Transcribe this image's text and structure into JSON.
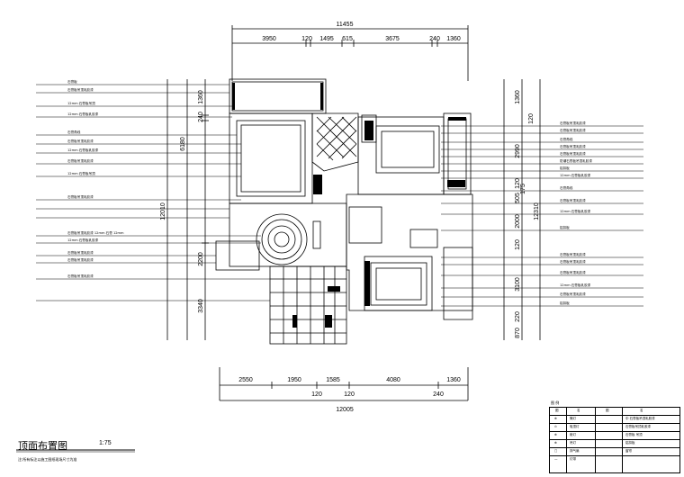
{
  "drawing": {
    "title": "顶面布置图",
    "scale": "1:75",
    "subnote": "注:所有标注以施工图纸现场尺寸为准",
    "dims_top": {
      "total": "11455",
      "segments": [
        "3950",
        "120",
        "1495",
        "615",
        "3675",
        "240",
        "1360"
      ]
    },
    "dims_bottom": {
      "total": "12005",
      "segments": [
        "2550",
        "1950",
        "1585",
        "4080",
        "1360"
      ],
      "sub": [
        "120",
        "120",
        "240"
      ]
    },
    "dims_left": {
      "total": "12010",
      "mid": "6180",
      "segments": [
        "1360",
        "240",
        "2200",
        "3340"
      ]
    },
    "dims_right": {
      "total": "12310",
      "segments": [
        "1360",
        "2990",
        "120",
        "505",
        "2000",
        "120",
        "3100",
        "220",
        "870"
      ],
      "extra": [
        "120",
        "175"
      ]
    },
    "notes_left": [
      "石膏板",
      "石膏板吊顶乳胶漆",
      "12mm 石膏板吊顶",
      "12mm 石膏板乳胶漆",
      "石膏角线",
      "石膏板吊顶乳胶漆",
      "12mm 石膏板乳胶漆",
      "石膏板吊顶乳胶漆",
      "12mm 石膏板吊顶",
      "石膏板吊顶乳胶漆",
      "石膏板吊顶乳胶漆 12mm 石膏 12mm",
      "12mm 石膏板乳胶漆",
      "石膏板吊顶乳胶漆",
      "石膏板吊顶乳胶漆",
      "石膏板吊顶乳胶漆"
    ],
    "notes_right": [
      "石膏板吊顶乳胶漆",
      "石膏板吊顶乳胶漆",
      "石膏角线",
      "石膏板吊顶乳胶漆",
      "石膏板吊顶乳胶漆",
      "防潮石膏板吊顶乳胶漆",
      "铝扣板",
      "12mm 石膏板乳胶漆",
      "石膏角线",
      "石膏板吊顶乳胶漆",
      "12mm 石膏板乳胶漆",
      "铝扣板",
      "石膏板吊顶乳胶漆",
      "石膏板吊顶乳胶漆",
      "石膏板吊顶乳胶漆",
      "12mm 石膏板乳胶漆",
      "石膏板吊顶乳胶漆",
      "铝扣板"
    ]
  },
  "legend": {
    "title": "图 例",
    "headers": [
      "图",
      "名",
      "图",
      "名"
    ],
    "rows": [
      [
        "⊕",
        "筒灯",
        "",
        "中 石膏板吊顶乳胶漆"
      ],
      [
        "⊙",
        "吸顶灯",
        "",
        "石膏板吊顶乳胶漆"
      ],
      [
        "⊕",
        "射灯",
        "",
        "石膏板 吊顶"
      ],
      [
        "⊕",
        "吊灯",
        "",
        "铝扣板"
      ],
      [
        "□",
        "排气扇",
        "",
        "窗帘"
      ],
      [
        "—",
        "灯带",
        "",
        ""
      ]
    ]
  }
}
